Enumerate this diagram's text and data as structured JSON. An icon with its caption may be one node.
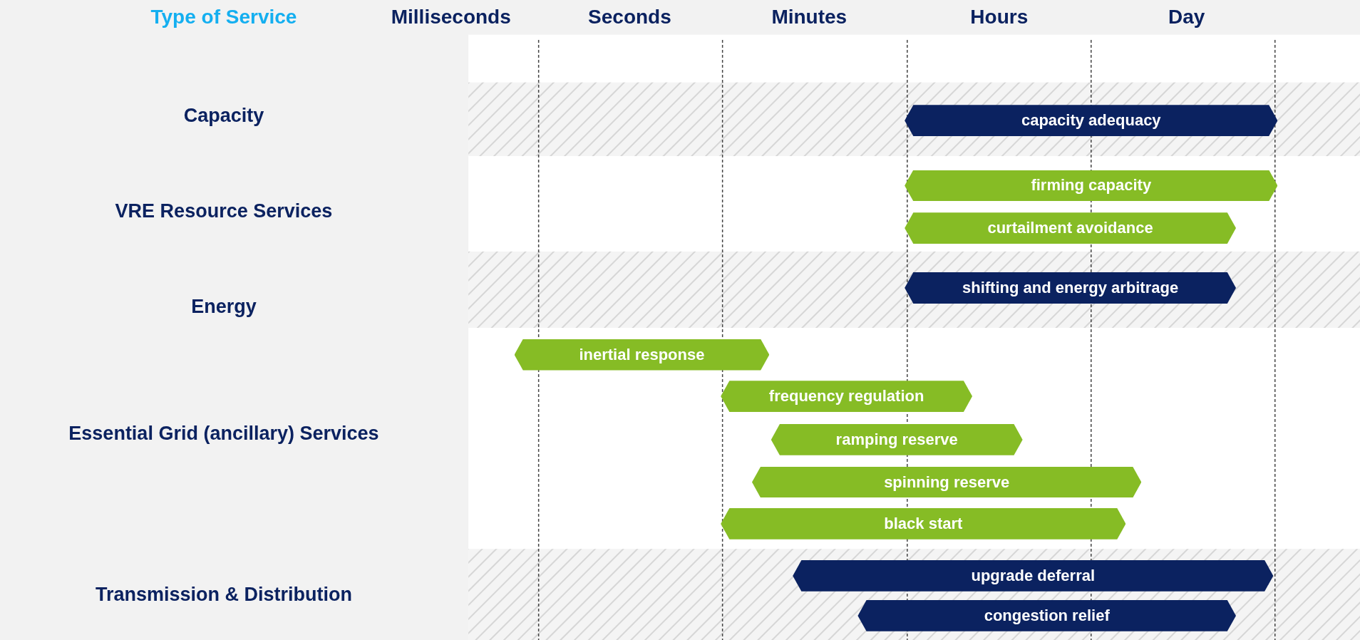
{
  "diagram": {
    "nodes": [
      {
        "text": [
          "capacity adequacy"
        ]
      },
      {
        "text": [
          "firming capacity"
        ]
      },
      {
        "text": [
          "curtailment avoidance"
        ]
      },
      {
        "text": [
          "shifting and energy arbitrage"
        ]
      },
      {
        "text": [
          "inertial response"
        ]
      },
      {
        "text": [
          "frequency regulation"
        ]
      },
      {
        "text": [
          "ramping reserve"
        ]
      },
      {
        "text": [
          "spinning reserve"
        ]
      },
      {
        "text": [
          "black start"
        ]
      },
      {
        "text": [
          "upgrade deferral"
        ]
      },
      {
        "text": [
          "congestion relief"
        ]
      }
    ],
    "labels": [
      "Type of Service",
      "Milliseconds",
      "Seconds",
      "Minutes",
      "Hours",
      "Day",
      "Capacity",
      "VRE Resource Services",
      "Energy",
      "Essential Grid (ancillary) Services",
      "Transmission & Distribution"
    ]
  }
}
